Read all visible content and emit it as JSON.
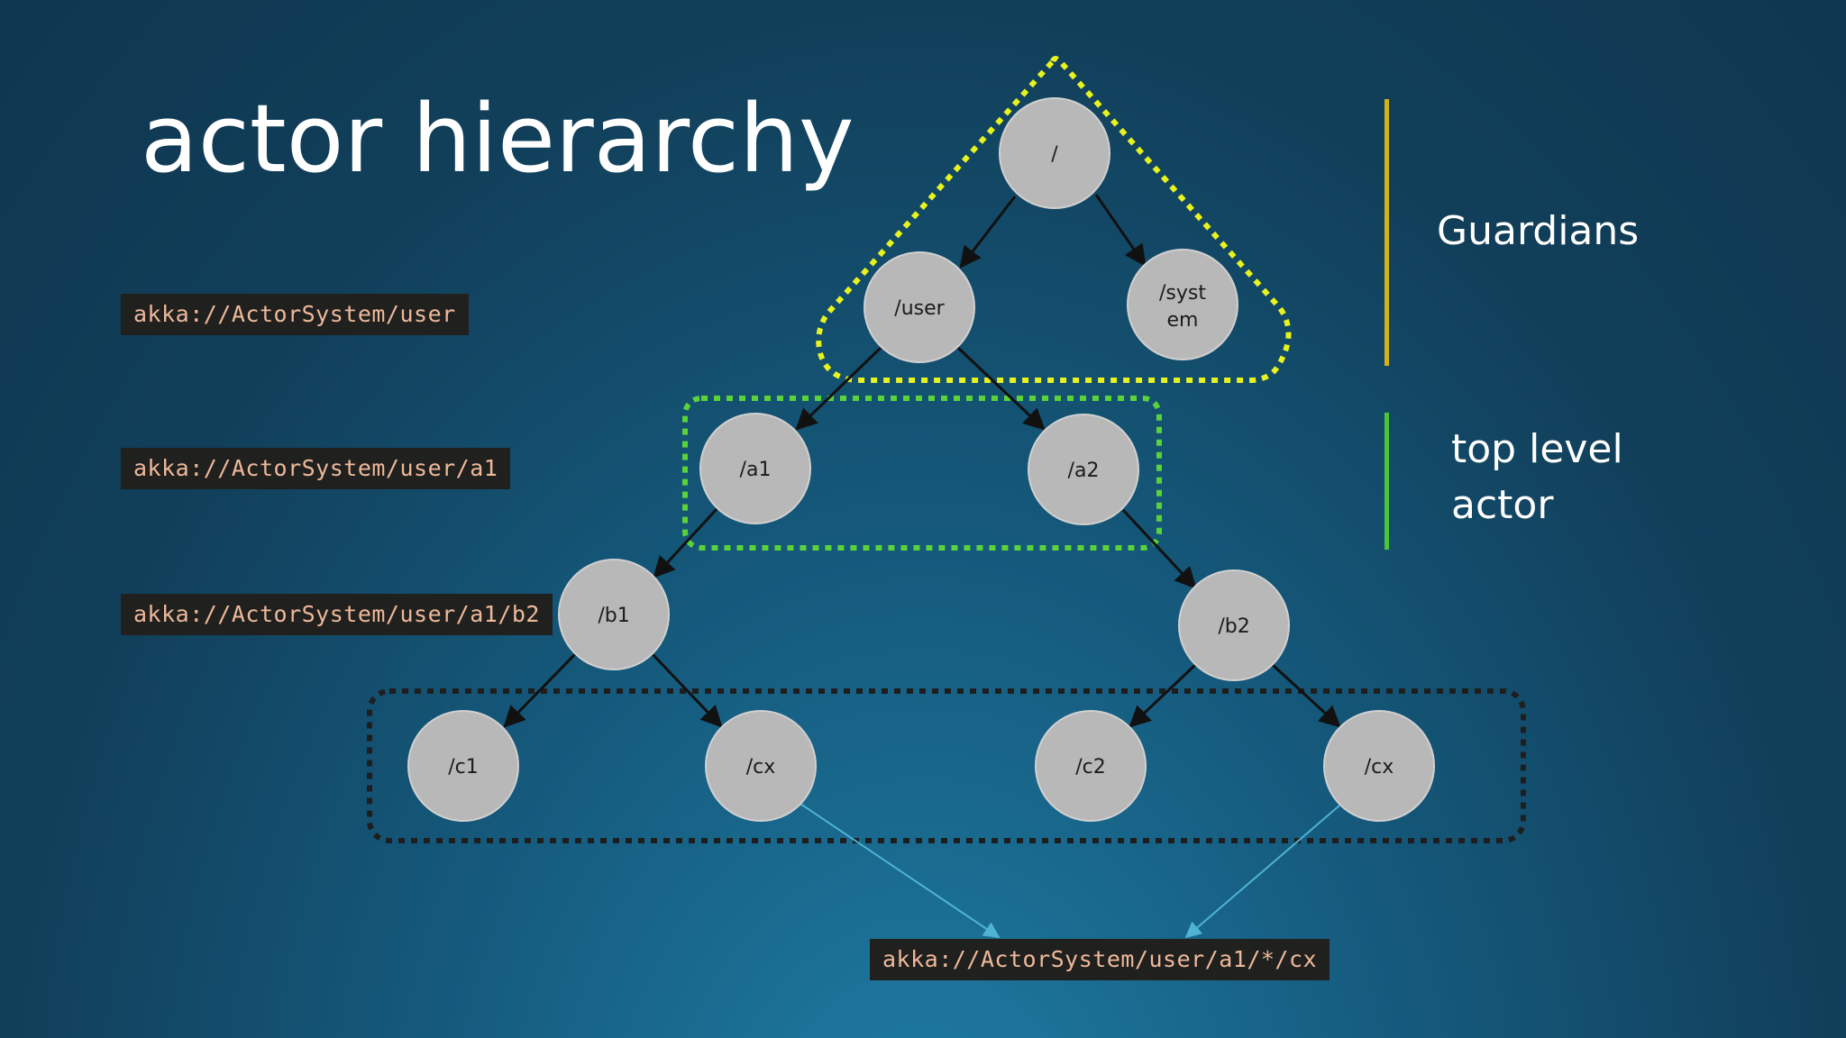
{
  "title": "actor hierarchy",
  "nodes": {
    "root": "/",
    "user": "/user",
    "system_line1": "/syst",
    "system_line2": "em",
    "a1": "/a1",
    "a2": "/a2",
    "b1": "/b1",
    "b2": "/b2",
    "c1": "/c1",
    "cx_left": "/cx",
    "c2": "/c2",
    "cx_right": "/cx"
  },
  "path_labels": {
    "user": "akka://ActorSystem/user",
    "a1": "akka://ActorSystem/user/a1",
    "b2": "akka://ActorSystem/user/a1/b2",
    "wildcard": "akka://ActorSystem/user/a1/*/cx"
  },
  "legend": {
    "guardians": "Guardians",
    "top_level_line1": "top level",
    "top_level_line2": "actor"
  },
  "colors": {
    "guardians_accent": "#d4b21a",
    "top_level_accent": "#4cc43a",
    "node_fill": "#b8b8b8",
    "path_label_text": "#efb89a",
    "wildcard_arrow": "#4fb3d4"
  }
}
